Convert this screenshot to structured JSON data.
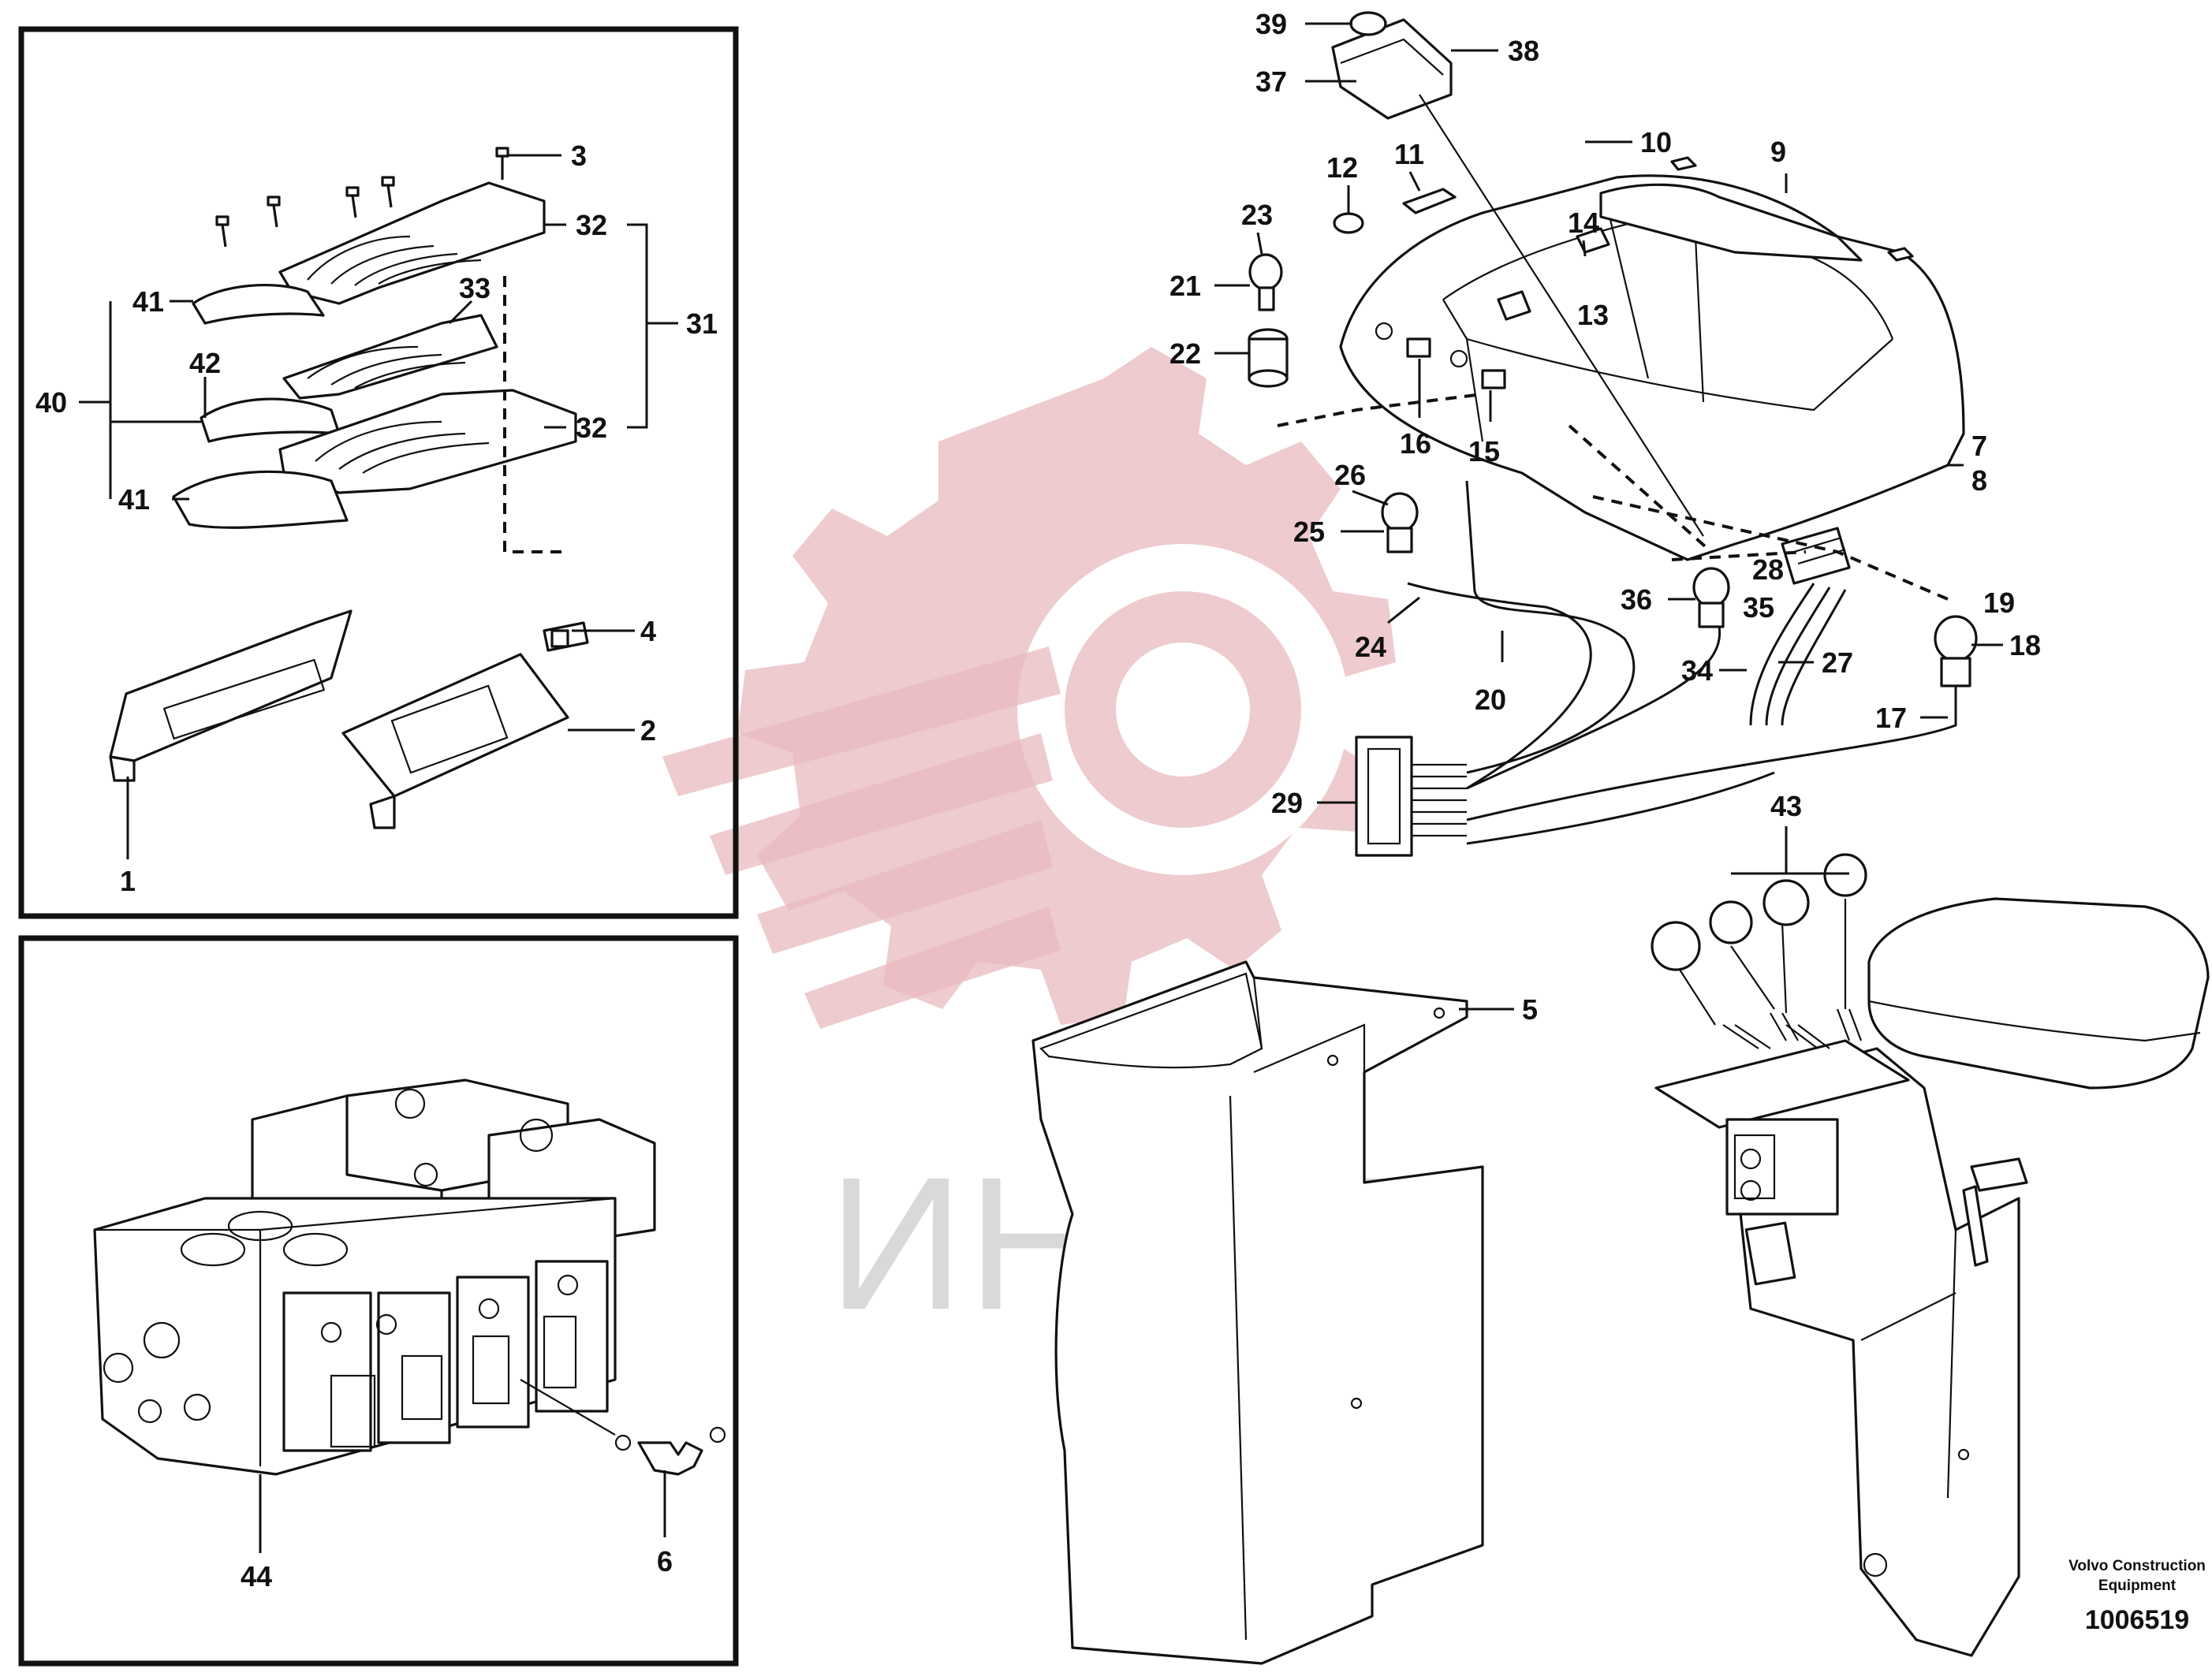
{
  "watermark": {
    "text": "ИНТЕХ"
  },
  "caption": {
    "company_line1": "Volvo Construction",
    "company_line2": "Equipment",
    "drawing_number": "1006519"
  },
  "callouts": {
    "c1": "1",
    "c2": "2",
    "c3": "3",
    "c4": "4",
    "c5": "5",
    "c6": "6",
    "c7": "7",
    "c8": "8",
    "c9": "9",
    "c10": "10",
    "c11": "11",
    "c12": "12",
    "c13": "13",
    "c14": "14",
    "c15": "15",
    "c16": "16",
    "c17": "17",
    "c18": "18",
    "c19": "19",
    "c20": "20",
    "c21": "21",
    "c22": "22",
    "c23": "23",
    "c24": "24",
    "c25": "25",
    "c26": "26",
    "c27": "27",
    "c28": "28",
    "c29": "29",
    "c31": "31",
    "c32a": "32",
    "c32b": "32",
    "c33": "33",
    "c34": "34",
    "c35": "35",
    "c36": "36",
    "c37": "37",
    "c38": "38",
    "c39": "39",
    "c40": "40",
    "c41a": "41",
    "c41b": "41",
    "c42": "42",
    "c43": "43",
    "c44": "44"
  },
  "colors": {
    "watermark_red": "#e8b9bd",
    "watermark_gray": "#d9d9d9",
    "line": "#111111"
  }
}
